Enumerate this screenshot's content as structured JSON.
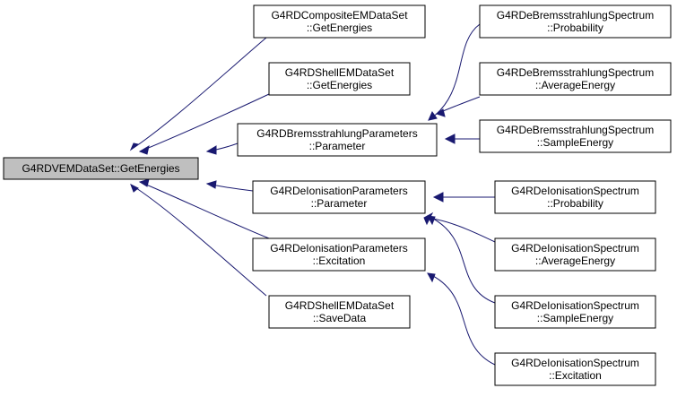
{
  "nodes": {
    "root": {
      "lines": [
        "G4RDVEMDataSet::GetEnergies"
      ]
    },
    "composite": {
      "lines": [
        "G4RDCompositeEMDataSet",
        "::GetEnergies"
      ]
    },
    "shellGet": {
      "lines": [
        "G4RDShellEMDataSet",
        "::GetEnergies"
      ]
    },
    "bremParam": {
      "lines": [
        "G4RDBremsstrahlungParameters",
        "::Parameter"
      ]
    },
    "ionParam": {
      "lines": [
        "G4RDeIonisationParameters",
        "::Parameter"
      ]
    },
    "ionExc": {
      "lines": [
        "G4RDeIonisationParameters",
        "::Excitation"
      ]
    },
    "shellSave": {
      "lines": [
        "G4RDShellEMDataSet",
        "::SaveData"
      ]
    },
    "bremProb": {
      "lines": [
        "G4RDeBremsstrahlungSpectrum",
        "::Probability"
      ]
    },
    "bremAvg": {
      "lines": [
        "G4RDeBremsstrahlungSpectrum",
        "::AverageEnergy"
      ]
    },
    "bremSample": {
      "lines": [
        "G4RDeBremsstrahlungSpectrum",
        "::SampleEnergy"
      ]
    },
    "ionProb": {
      "lines": [
        "G4RDeIonisationSpectrum",
        "::Probability"
      ]
    },
    "ionAvg": {
      "lines": [
        "G4RDeIonisationSpectrum",
        "::AverageEnergy"
      ]
    },
    "ionSample": {
      "lines": [
        "G4RDeIonisationSpectrum",
        "::SampleEnergy"
      ]
    },
    "ionExcSpec": {
      "lines": [
        "G4RDeIonisationSpectrum",
        "::Excitation"
      ]
    }
  },
  "edges": [
    {
      "from": "composite",
      "to": "root"
    },
    {
      "from": "shellGet",
      "to": "root"
    },
    {
      "from": "bremParam",
      "to": "root"
    },
    {
      "from": "ionParam",
      "to": "root"
    },
    {
      "from": "ionExc",
      "to": "root"
    },
    {
      "from": "shellSave",
      "to": "root"
    },
    {
      "from": "bremProb",
      "to": "bremParam"
    },
    {
      "from": "bremAvg",
      "to": "bremParam"
    },
    {
      "from": "bremSample",
      "to": "bremParam"
    },
    {
      "from": "ionProb",
      "to": "ionParam"
    },
    {
      "from": "ionAvg",
      "to": "ionParam"
    },
    {
      "from": "ionSample",
      "to": "ionParam"
    },
    {
      "from": "ionExcSpec",
      "to": "ionExc"
    }
  ],
  "colors": {
    "edge": "#191970",
    "root_fill": "#bfbfbf",
    "node_fill": "#ffffff",
    "border": "#000000"
  }
}
